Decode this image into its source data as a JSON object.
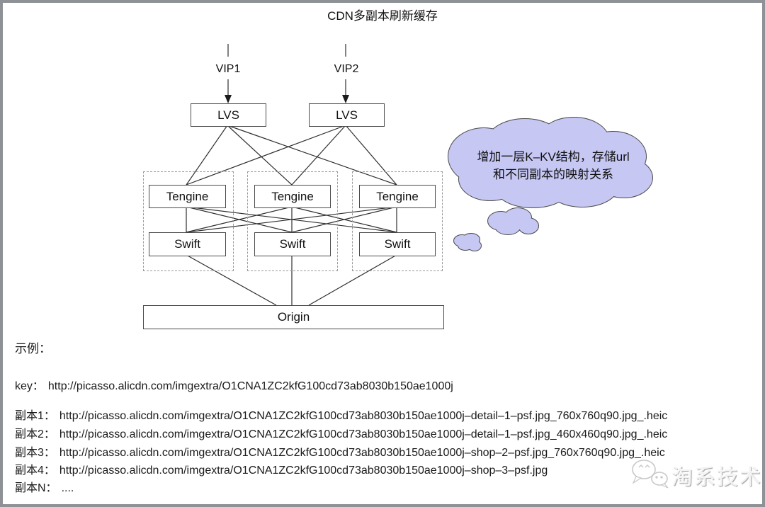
{
  "title": "CDN多副本刷新缓存",
  "colors": {
    "cloud_fill": "#c6c7f3",
    "cloud_stroke": "#4a4a4a",
    "frame_border": "#8e9296",
    "line": "#2f2f2f"
  },
  "diagram": {
    "vip1": "VIP1",
    "vip2": "VIP2",
    "nodes": {
      "lvs": "LVS",
      "tengine": "Tengine",
      "swift": "Swift",
      "origin": "Origin"
    },
    "cloud_note": {
      "line1": "增加一层K–KV结构，存储url",
      "line2": "和不同副本的映射关系"
    }
  },
  "example": {
    "heading": "示例：",
    "key_label": "key：",
    "key_value": "http://picasso.alicdn.com/imgextra/O1CNA1ZC2kfG100cd73ab8030b150ae1000j",
    "replicas": [
      {
        "label": "副本1：",
        "value": "http://picasso.alicdn.com/imgextra/O1CNA1ZC2kfG100cd73ab8030b150ae1000j–detail–1–psf.jpg_760x760q90.jpg_.heic"
      },
      {
        "label": "副本2：",
        "value": "http://picasso.alicdn.com/imgextra/O1CNA1ZC2kfG100cd73ab8030b150ae1000j–detail–1–psf.jpg_460x460q90.jpg_.heic"
      },
      {
        "label": "副本3：",
        "value": "http://picasso.alicdn.com/imgextra/O1CNA1ZC2kfG100cd73ab8030b150ae1000j–shop–2–psf.jpg_760x760q90.jpg_.heic"
      },
      {
        "label": "副本4：",
        "value": "http://picasso.alicdn.com/imgextra/O1CNA1ZC2kfG100cd73ab8030b150ae1000j–shop–3–psf.jpg"
      },
      {
        "label": "副本N：",
        "value": "...."
      }
    ]
  },
  "watermark": {
    "icon": "wechat-bubbles-icon",
    "text": "淘系技术"
  }
}
